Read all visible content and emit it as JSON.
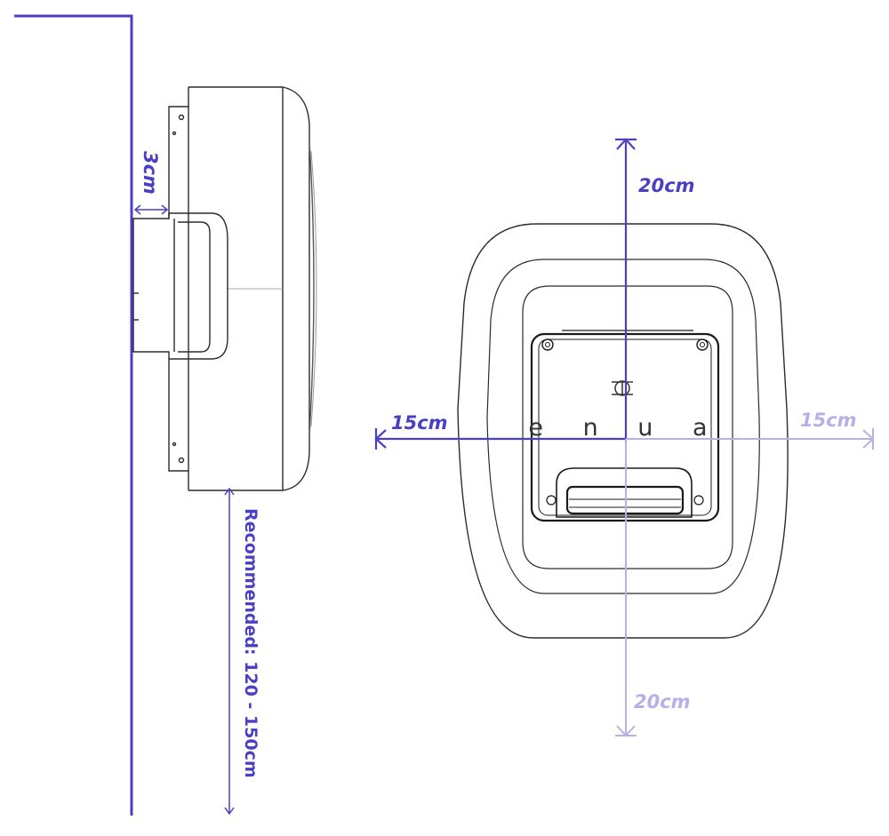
{
  "colors": {
    "accent": "#4b3fc4",
    "accent_light": "#b6b0e6",
    "line": "#2b2b2b",
    "line_light": "#bdbdbd"
  },
  "labels": {
    "depth": "3cm",
    "height": "Recommended: 120 - 150cm",
    "top_clearance": "20cm",
    "bottom_clearance": "20cm",
    "left_clearance": "15cm",
    "right_clearance": "15cm"
  },
  "brand": {
    "name": "e n u a",
    "icon": "enua-logo-icon"
  }
}
